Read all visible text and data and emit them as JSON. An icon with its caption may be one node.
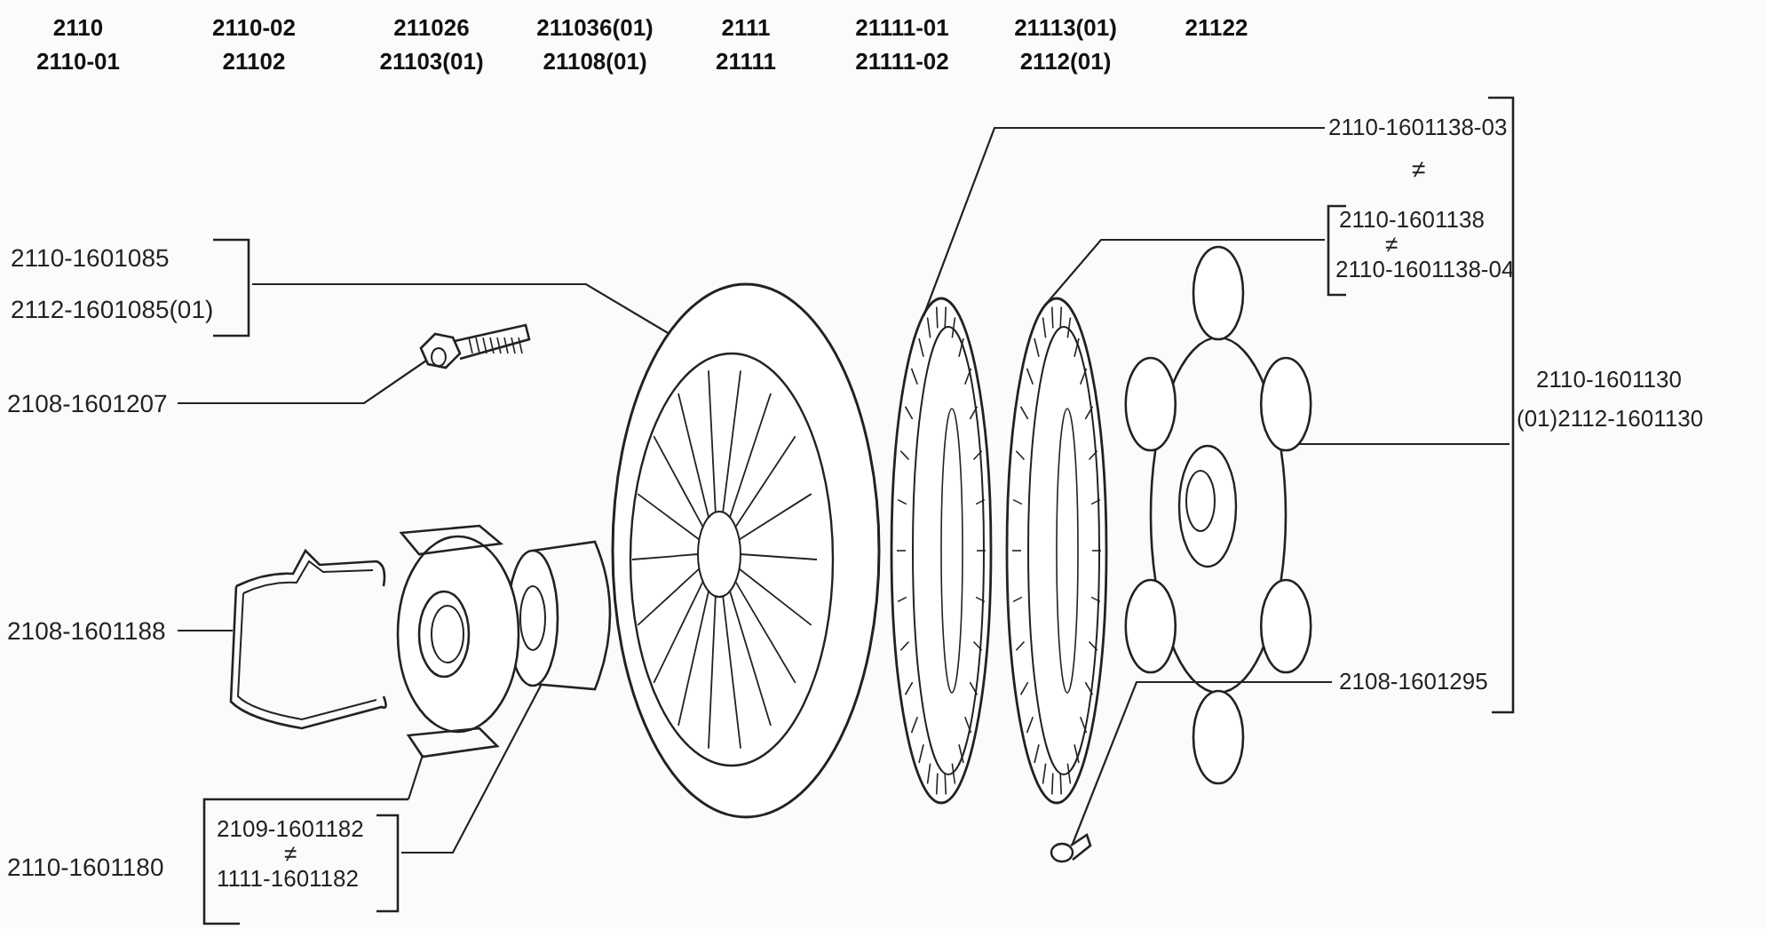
{
  "diagram": {
    "nodes": [
      {
        "text": [
          "2110-1601085",
          "2112-1601085(01)"
        ]
      },
      {
        "text": [
          "2108-1601207"
        ]
      },
      {
        "text": [
          "2108-1601188"
        ]
      },
      {
        "text": [
          "2110-1601180"
        ]
      },
      {
        "text": [
          "2109-1601182",
          "≠",
          "1111-1601182"
        ],
        "in": 3
      },
      {
        "text": [
          "2110-1601130",
          "(01)2112-1601130"
        ]
      },
      {
        "text": [
          "2110-1601138-03"
        ]
      },
      {
        "text": [
          "2110-1601138",
          "≠",
          "2110-1601138-04"
        ]
      },
      {
        "text": [
          "2108-1601295"
        ]
      },
      {
        "text": [],
        "shape": "picture"
      },
      {
        "text": [],
        "shape": "picture"
      },
      {
        "text": [],
        "shape": "picture"
      },
      {
        "text": [],
        "shape": "picture"
      },
      {
        "text": [],
        "shape": "picture"
      },
      {
        "text": [],
        "shape": "picture"
      },
      {
        "text": [],
        "shape": "picture"
      },
      {
        "text": [],
        "shape": "picture"
      },
      {
        "text": [],
        "shape": "picture"
      }
    ],
    "edges": [
      {
        "from": 0,
        "to": 13,
        "arrow": "none"
      },
      {
        "from": 1,
        "to": 9,
        "arrow": "none"
      },
      {
        "from": 2,
        "to": 10,
        "arrow": "none"
      },
      {
        "from": 3,
        "to": 11,
        "arrow": "none"
      },
      {
        "from": 4,
        "to": 12,
        "arrow": "none"
      },
      {
        "from": 6,
        "to": 14,
        "arrow": "none"
      },
      {
        "from": 7,
        "to": 15,
        "arrow": "none"
      },
      {
        "from": 5,
        "to": 16,
        "arrow": "none"
      },
      {
        "from": 8,
        "to": 17,
        "arrow": "none"
      }
    ],
    "labels": [
      "2110",
      "2110-02",
      "211026",
      "211036(01)",
      "2111",
      "21111-01",
      "21113(01)",
      "21122",
      "2110-01",
      "21102",
      "21103(01)",
      "21108(01)",
      "21111",
      "21111-02",
      "2112(01)",
      "≠"
    ]
  }
}
